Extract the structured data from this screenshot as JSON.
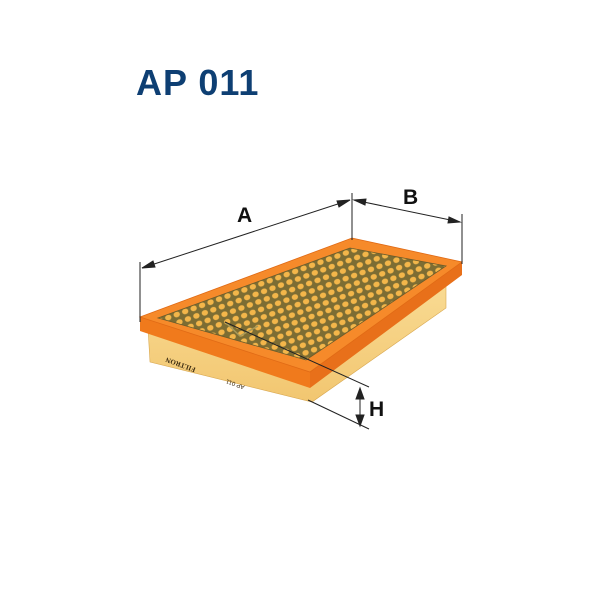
{
  "product": {
    "code": "AP 011",
    "brand_print": "FILTRON",
    "side_code_print": "AP 011"
  },
  "dimensions": {
    "length_label": "A",
    "width_label": "B",
    "height_label": "H"
  },
  "colors": {
    "title": "#0e3f73",
    "frame": "#f47f20",
    "body": "#f7d48a",
    "mesh": "#8a7a3a"
  }
}
